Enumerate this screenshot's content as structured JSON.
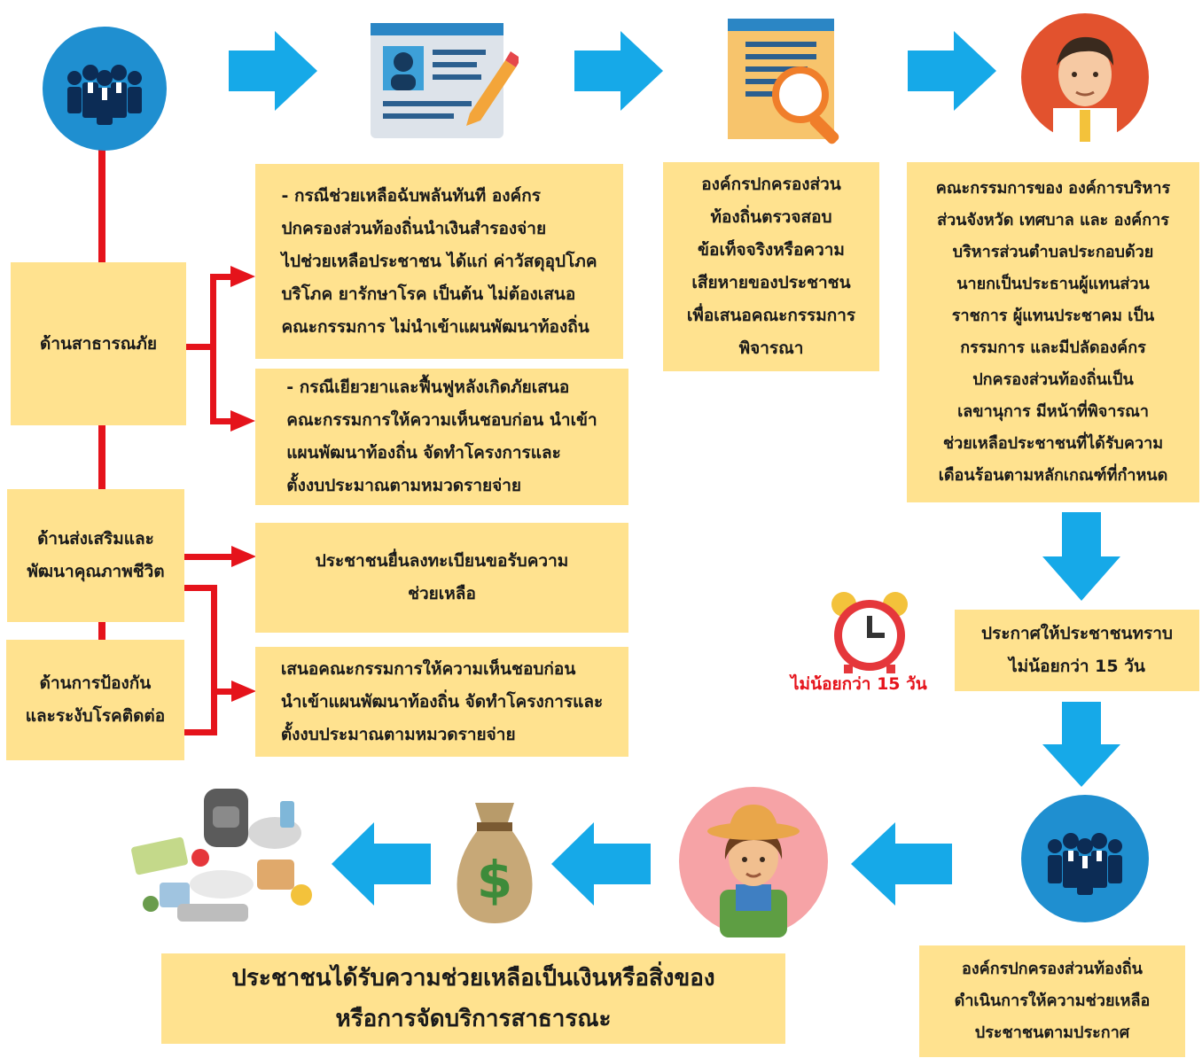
{
  "colors": {
    "box_fill": "#FFE28F",
    "arrow_blue": "#16A9E8",
    "connector_red": "#E5131B",
    "icon_circle_blue": "#1F8FD0",
    "icon_circle_orange": "#E2522E",
    "icon_circle_pink": "#F6A3A6"
  },
  "icons": {
    "group_top": "people-group-icon",
    "application_form": "application-form-icon",
    "document_inspection": "document-magnifier-icon",
    "committee_person": "official-person-icon",
    "alarm_clock": "alarm-clock-icon",
    "group_bottom": "people-group-icon",
    "farmer": "farmer-icon",
    "money_bag": "money-bag-icon",
    "goods": "relief-goods-icon"
  },
  "boxes": {
    "disaster": "ด้านสาธารณภัย",
    "quality_of_life": "ด้านส่งเสริมและ\nพัฒนาคุณภาพชีวิต",
    "disease": "ด้านการป้องกัน\nและระงับโรคติดต่อ",
    "emergency": "- กรณีช่วยเหลือฉับพลันทันที องค์กร\nปกครองส่วนท้องถิ่นนำเงินสำรองจ่าย\nไปช่วยเหลือประชาชน ได้แก่ ค่าวัสดุอุปโภค\nบริโภค ยารักษาโรค เป็นต้น ไม่ต้องเสนอ\nคณะกรรมการ ไม่นำเข้าแผนพัฒนาท้องถิ่น",
    "recovery": "- กรณีเยียวยาและฟื้นฟูหลังเกิดภัยเสนอ\nคณะกรรมการให้ความเห็นชอบก่อน นำเข้า\nแผนพัฒนาท้องถิ่น จัดทำโครงการและ\nตั้งงบประมาณตามหมวดรายจ่าย",
    "register": "ประชาชนยื่นลงทะเบียนขอรับความ\nช่วยเหลือ",
    "propose": "เสนอคณะกรรมการให้ความเห็นชอบก่อน\nนำเข้าแผนพัฒนาท้องถิ่น จัดทำโครงการและ\nตั้งงบประมาณตามหมวดรายจ่าย",
    "inspect": "องค์กรปกครองส่วน\nท้องถิ่นตรวจสอบ\nข้อเท็จจริงหรือความ\nเสียหายของประชาชน\nเพื่อเสนอคณะกรรมการ\nพิจารณา",
    "committee": "คณะกรรมการของ องค์การบริหาร\nส่วนจังหวัด เทศบาล และ องค์การ\nบริหารส่วนตำบลประกอบด้วย\nนายกเป็นประธานผู้แทนส่วน\nราชการ ผู้แทนประชาคม เป็น\nกรรมการ และมีปลัดองค์กร\nปกครองส่วนท้องถิ่นเป็น\nเลขานุการ มีหน้าที่พิจารณา\nช่วยเหลือประชาชนที่ได้รับความ\nเดือนร้อนตามหลักเกณฑ์ที่กำหนด",
    "announce": "ประกาศให้ประชาชนทราบ\nไม่น้อยกว่า 15 วัน",
    "implement": "องค์กรปกครองส่วนท้องถิ่น\nดำเนินการให้ความช่วยเหลือ\nประชาชนตามประกาศ",
    "result": "ประชาชนได้รับความช่วยเหลือเป็นเงินหรือสิ่งของ\nหรือการจัดบริการสาธารณะ"
  },
  "clock_label": "ไม่น้อยกว่า 15 วัน"
}
